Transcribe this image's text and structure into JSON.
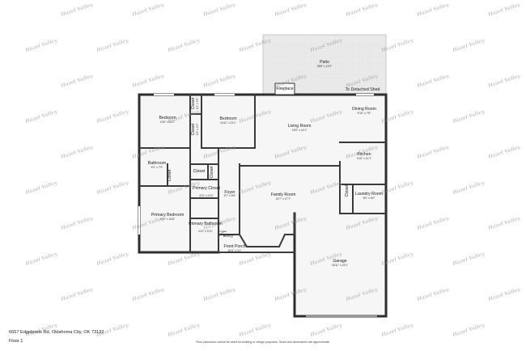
{
  "brand": {
    "watermark": "Hazel Valley"
  },
  "footer": {
    "address": "6657 Edgebrook Rd, Oklahoma City, OK 73132",
    "floor": "Floor 1",
    "disclaimer": "Floor plans/tour cannot be used for building or design purposes. Sizes and dimensions are approximate."
  },
  "rooms": {
    "patio": {
      "name": "Patio",
      "dim": "28'6\" x 12'0\""
    },
    "fireplace": {
      "name": "Fireplace"
    },
    "to_shed": {
      "name": "To Detached Shed"
    },
    "bedroom1": {
      "name": "Bedroom",
      "dim": "10'6\" x 11'2\""
    },
    "closet1": {
      "name": "Closet",
      "dim": "2'2\" x 3'3\""
    },
    "closet2": {
      "name": "Closet",
      "dim": "3'3\" x 2'3\""
    },
    "bedroom2": {
      "name": "Bedroom",
      "dim": "10'11\" x 11'1\""
    },
    "living": {
      "name": "Living Room",
      "dim": "16'9\" x 14'1\""
    },
    "dining": {
      "name": "Dining Room",
      "dim": "9'10\" x 7'8\""
    },
    "kitchen": {
      "name": "Kitchen",
      "dim": "9'10\" x 11'1\""
    },
    "bathroom": {
      "name": "Bathroom",
      "dim": "5'2\" x 7'9\""
    },
    "closet3": {
      "name": "Closet"
    },
    "closet4": {
      "name": "Closet"
    },
    "closet5": {
      "name": "Closet"
    },
    "foyer": {
      "name": "Foyer",
      "dim": "5'7\" x 5'6\""
    },
    "primary_closet": {
      "name": "Primary Closet",
      "dim": "4'11\" x 4'11\""
    },
    "family": {
      "name": "Family Room",
      "dim": "22'7\" x 17'7\""
    },
    "closet6": {
      "name": "Closet"
    },
    "laundry": {
      "name": "Laundry Room",
      "dim": "8'0\" x 5'0\""
    },
    "primary_bedroom": {
      "name": "Primary Bedroom",
      "dim": "11'2\" x 16'6\""
    },
    "primary_bath": {
      "name": "Primary Bathroom",
      "dim": "4'11\" x 9'11\""
    },
    "entry": {
      "name": "Entry"
    },
    "front_porch": {
      "name": "Front Porch",
      "dim": "16'4\" x 4'1\""
    },
    "garage": {
      "name": "Garage",
      "dim": "18'11\" x 22'1\""
    }
  }
}
